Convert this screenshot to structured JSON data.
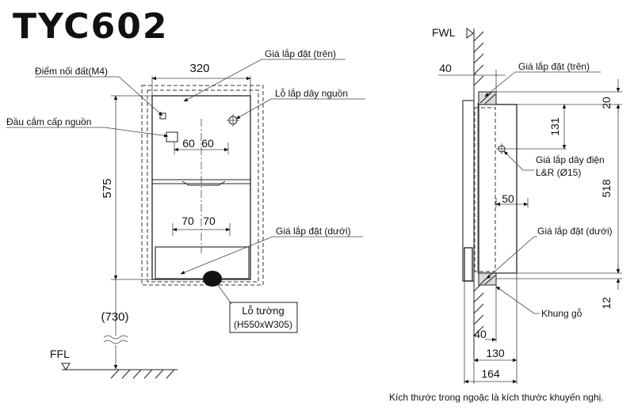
{
  "title": "TYC602",
  "footnote": "Kích thước trong ngoặc là kích thước khuyến nghị.",
  "front_view": {
    "dim_width": "320",
    "dim_height": "575",
    "dim_floor": "(730)",
    "dim_60a": "60",
    "dim_60b": "60",
    "dim_70a": "70",
    "dim_70b": "70",
    "floor_label": "FFL",
    "label_ground": "Điểm nối đất(M4)",
    "label_power_plug": "Đầu cắm cấp nguồn",
    "label_bracket_top": "Giá lắp đặt (trên)",
    "label_power_hole": "Lỗ lắp dây nguồn",
    "label_bracket_bottom": "Giá lắp đặt (dưới)",
    "label_wall_hole_1": "Lỗ tường",
    "label_wall_hole_2": "(H550xW305)"
  },
  "side_view": {
    "wall_label": "FWL",
    "dim_40_top": "40",
    "dim_20": "20",
    "dim_131": "131",
    "dim_518": "518",
    "dim_50": "50",
    "dim_12": "12",
    "dim_40_bottom": "40",
    "dim_130": "130",
    "dim_164": "164",
    "label_bracket_top": "Giá lắp đặt (trên)",
    "label_cable_1": "Giá lắp dây điện",
    "label_cable_2": "L&R (Ø15)",
    "label_bracket_bottom": "Giá lắp đặt (dưới)",
    "label_wood_frame": "Khung gỗ"
  }
}
